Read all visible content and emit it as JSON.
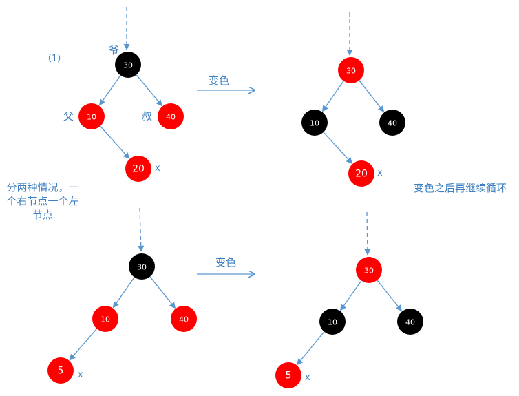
{
  "colors": {
    "red": "#fe0000",
    "black": "#000000",
    "edge": "#5a96cf",
    "text": "#3d7fc0"
  },
  "labels": {
    "case_number": "（1）",
    "grandfather": "爷",
    "father": "父",
    "uncle": "叔",
    "recolor_top": "变色",
    "recolor_bottom": "变色",
    "note_left": "分两种情况，一个右节点一个左节点",
    "note_right": "变色之后再继续循环",
    "x_tr": "x",
    "x_tl": "x",
    "x_bl": "x",
    "x_br": "x"
  },
  "trees": [
    {
      "id": "top-left",
      "nodes": [
        {
          "id": "g",
          "value": "30",
          "color": "black"
        },
        {
          "id": "p",
          "value": "10",
          "color": "red"
        },
        {
          "id": "u",
          "value": "40",
          "color": "red"
        },
        {
          "id": "x",
          "value": "20",
          "color": "red"
        }
      ]
    },
    {
      "id": "top-right",
      "nodes": [
        {
          "id": "g",
          "value": "30",
          "color": "red"
        },
        {
          "id": "p",
          "value": "10",
          "color": "black"
        },
        {
          "id": "u",
          "value": "40",
          "color": "black"
        },
        {
          "id": "x",
          "value": "20",
          "color": "red"
        }
      ]
    },
    {
      "id": "bottom-left",
      "nodes": [
        {
          "id": "g",
          "value": "30",
          "color": "black"
        },
        {
          "id": "p",
          "value": "10",
          "color": "red"
        },
        {
          "id": "u",
          "value": "40",
          "color": "red"
        },
        {
          "id": "x",
          "value": "5",
          "color": "red"
        }
      ]
    },
    {
      "id": "bottom-right",
      "nodes": [
        {
          "id": "g",
          "value": "30",
          "color": "red"
        },
        {
          "id": "p",
          "value": "10",
          "color": "black"
        },
        {
          "id": "u",
          "value": "40",
          "color": "black"
        },
        {
          "id": "x",
          "value": "5",
          "color": "red"
        }
      ]
    }
  ]
}
